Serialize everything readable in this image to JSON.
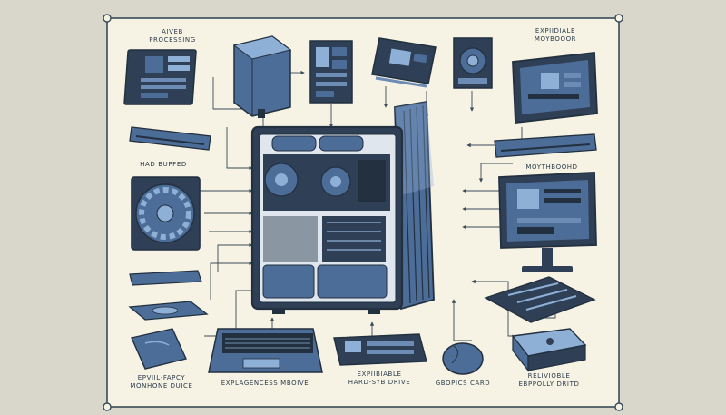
{
  "labels": {
    "top_left": [
      "AIVEB",
      "PROCESSING"
    ],
    "top_right": [
      "EXPIIDIALE",
      "MOYBOOOR"
    ],
    "mid_left": "HAD BUPFED",
    "mid_right": "MOYTHBOOHD",
    "bottom_1": [
      "EPVIIL-FAPCY",
      "MONHONE DUICE"
    ],
    "bottom_2": "EXPLAGENCESS MBOIVE",
    "bottom_3": [
      "EXPIIBIABLE",
      "HARD-SYB DRIVE"
    ],
    "bottom_4": "GBOPICS CARD",
    "bottom_5": [
      "RELIVIOBLE",
      "EBPPOLLY DRITD"
    ]
  },
  "colors": {
    "paper": "#f6f3e4",
    "frame": "#3a4a58",
    "blue": "#4d6d99",
    "dark": "#22303f",
    "panel": "#2f3f55",
    "light_blue": "#8fb0d6",
    "bg": "#d9d7cb"
  },
  "icons": [
    "motherboard-icon",
    "power-supply-icon",
    "ram-card-icon",
    "graphics-card-icon",
    "speaker-icon",
    "monitor-icon",
    "ram-stick-icon",
    "cpu-fan-icon",
    "drive-icon",
    "keyboard-icon",
    "mouse-icon",
    "mini-pc-icon",
    "pc-case-icon"
  ]
}
